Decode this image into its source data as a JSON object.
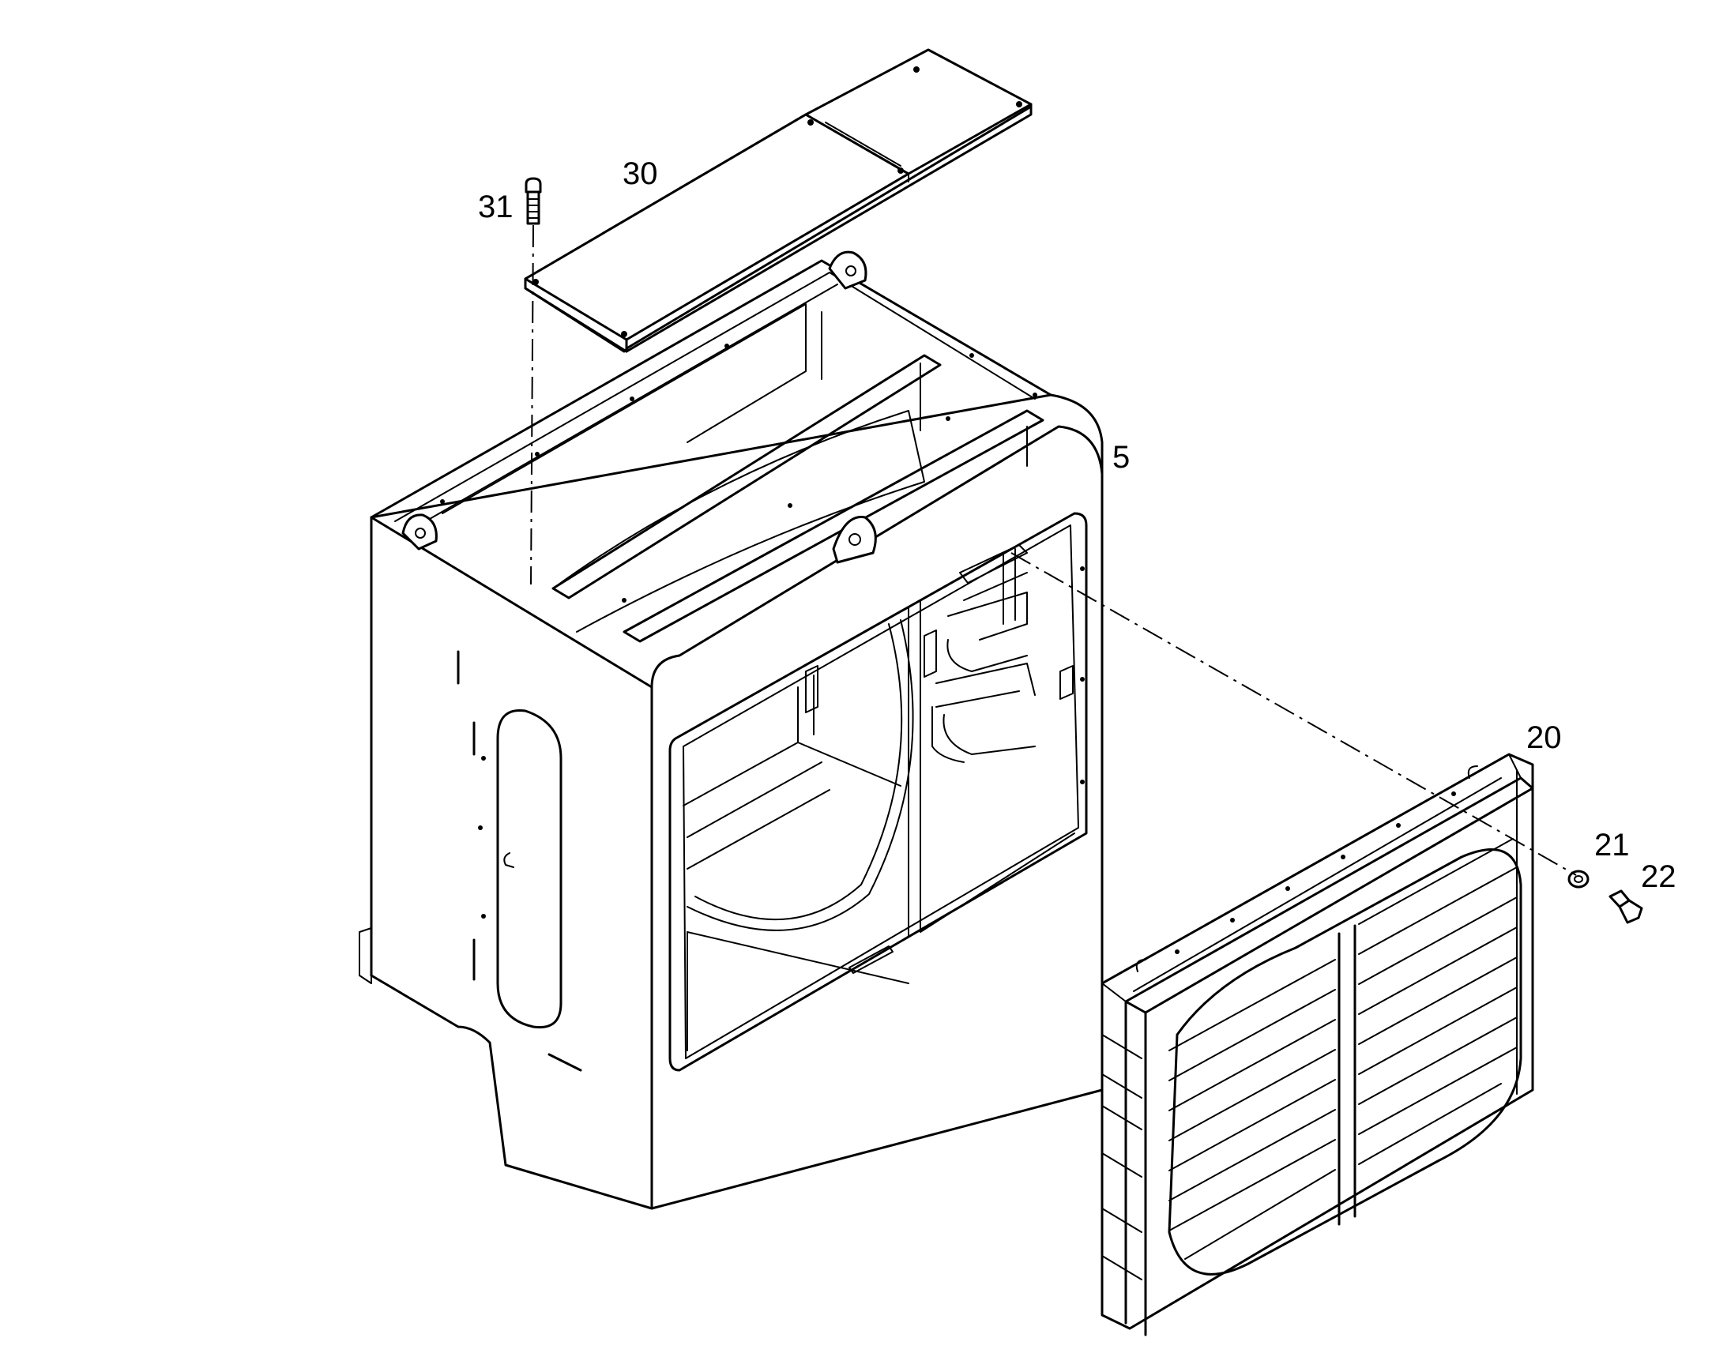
{
  "callouts": {
    "housing": "5",
    "grille": "20",
    "washer": "21",
    "bolt": "22",
    "top_cover": "30",
    "cover_screw": "31"
  }
}
